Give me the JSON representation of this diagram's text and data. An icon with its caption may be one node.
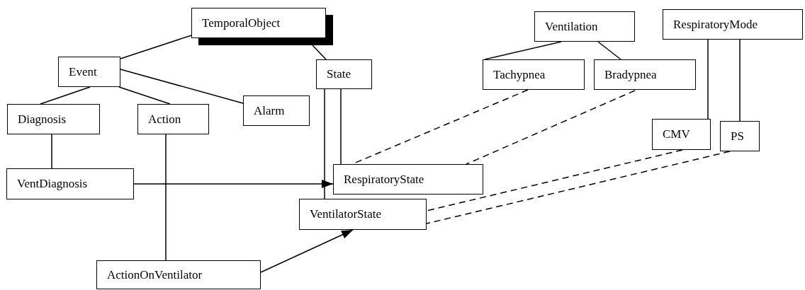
{
  "diagram": {
    "nodes": [
      {
        "text": [
          "TemporalObject"
        ]
      },
      {
        "text": [
          "Ventilation"
        ]
      },
      {
        "text": [
          "RespiratoryMode"
        ]
      },
      {
        "text": [
          "Event"
        ]
      },
      {
        "text": [
          "State"
        ]
      },
      {
        "text": [
          "Tachypnea"
        ]
      },
      {
        "text": [
          "Bradypnea"
        ]
      },
      {
        "text": [
          "Alarm"
        ]
      },
      {
        "text": [
          "Diagnosis"
        ]
      },
      {
        "text": [
          "Action"
        ]
      },
      {
        "text": [
          "CMV"
        ]
      },
      {
        "text": [
          "PS"
        ]
      },
      {
        "text": [
          "VentDiagnosis"
        ]
      },
      {
        "text": [
          "RespiratoryState"
        ]
      },
      {
        "text": [
          "VentilatorState"
        ]
      },
      {
        "text": [
          "ActionOnVentilator"
        ]
      }
    ],
    "edges": [
      {
        "from": 0,
        "to": 3,
        "arrow": "none"
      },
      {
        "from": 0,
        "to": 4,
        "arrow": "none"
      },
      {
        "from": 3,
        "to": 8,
        "arrow": "none"
      },
      {
        "from": 3,
        "to": 9,
        "arrow": "none"
      },
      {
        "from": 3,
        "to": 7,
        "arrow": "none"
      },
      {
        "from": 8,
        "to": 12,
        "arrow": "none"
      },
      {
        "from": 9,
        "to": 15,
        "arrow": "none"
      },
      {
        "from": 4,
        "to": 13,
        "arrow": "none"
      },
      {
        "from": 4,
        "to": 14,
        "arrow": "none"
      },
      {
        "from": 12,
        "to": 13,
        "arrow": "to"
      },
      {
        "from": 15,
        "to": 14,
        "arrow": "to"
      },
      {
        "from": 5,
        "to": 13,
        "arrow": "none",
        "style": "dashed"
      },
      {
        "from": 6,
        "to": 13,
        "arrow": "none",
        "style": "dashed"
      },
      {
        "from": 1,
        "to": 5,
        "arrow": "none"
      },
      {
        "from": 1,
        "to": 6,
        "arrow": "none"
      },
      {
        "from": 2,
        "to": 10,
        "arrow": "none"
      },
      {
        "from": 2,
        "to": 11,
        "arrow": "none"
      },
      {
        "from": 10,
        "to": 14,
        "arrow": "none",
        "style": "dashed"
      },
      {
        "from": 11,
        "to": 14,
        "arrow": "none",
        "style": "dashed"
      }
    ]
  }
}
